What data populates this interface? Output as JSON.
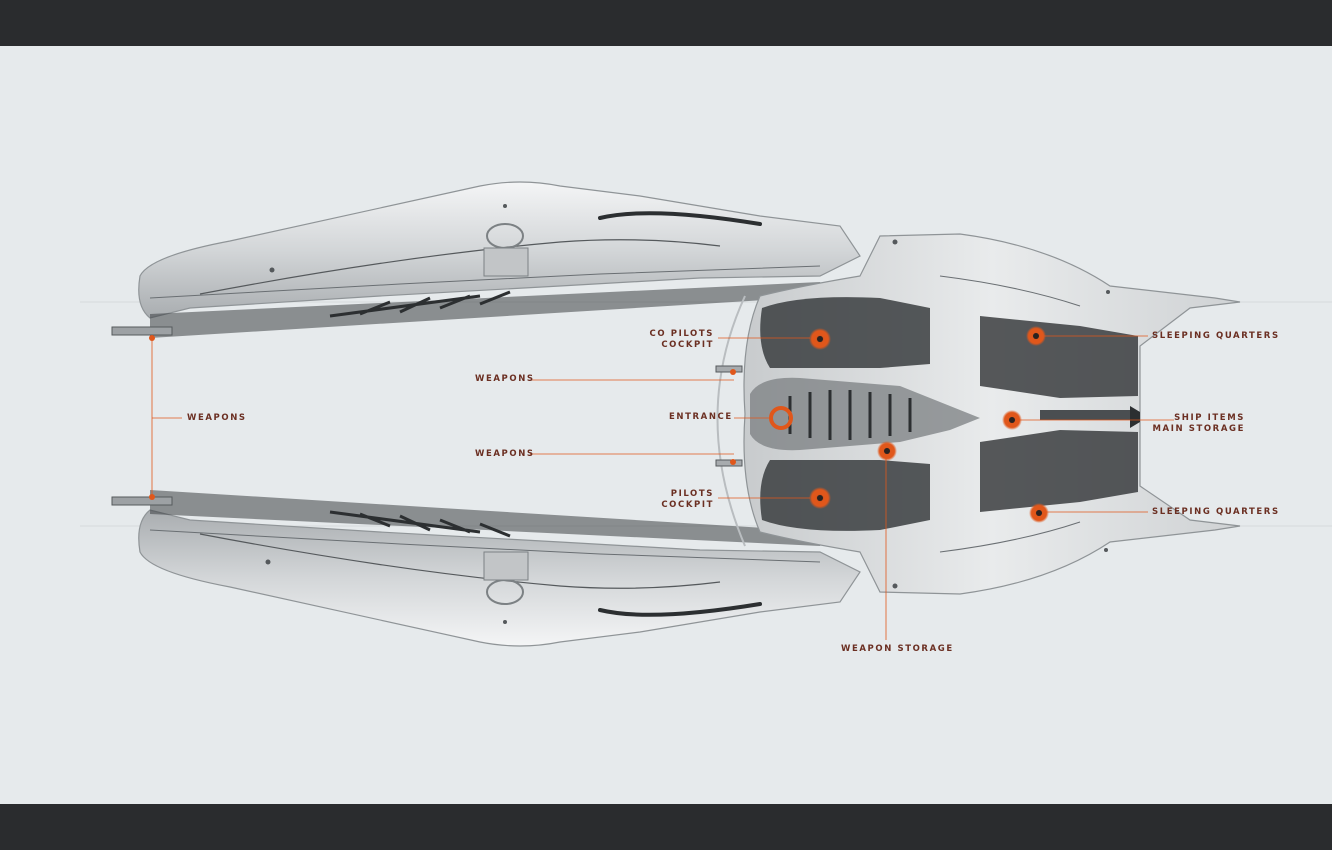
{
  "frame": {
    "bar_color": "#2a2c2e",
    "background_color": "#e6eaec",
    "accent_color": "#e0571b",
    "label_color": "#6b2f22"
  },
  "labels": {
    "co_pilots_cockpit": {
      "line1": "CO PILOTS",
      "line2": "COCKPIT"
    },
    "weapons_top": "WEAPONS",
    "weapons_left": "WEAPONS",
    "entrance": "ENTRANCE",
    "weapons_bottom": "WEAPONS",
    "pilots_cockpit": {
      "line1": "PILOTS",
      "line2": "COCKPIT"
    },
    "sleeping_quarters_top": "SLEEPING QUARTERS",
    "ship_items": {
      "line1": "SHIP ITEMS",
      "line2": "MAIN STORAGE"
    },
    "sleeping_quarters_bottom": "SLEEPING QUARTERS",
    "weapon_storage": "WEAPON STORAGE"
  }
}
